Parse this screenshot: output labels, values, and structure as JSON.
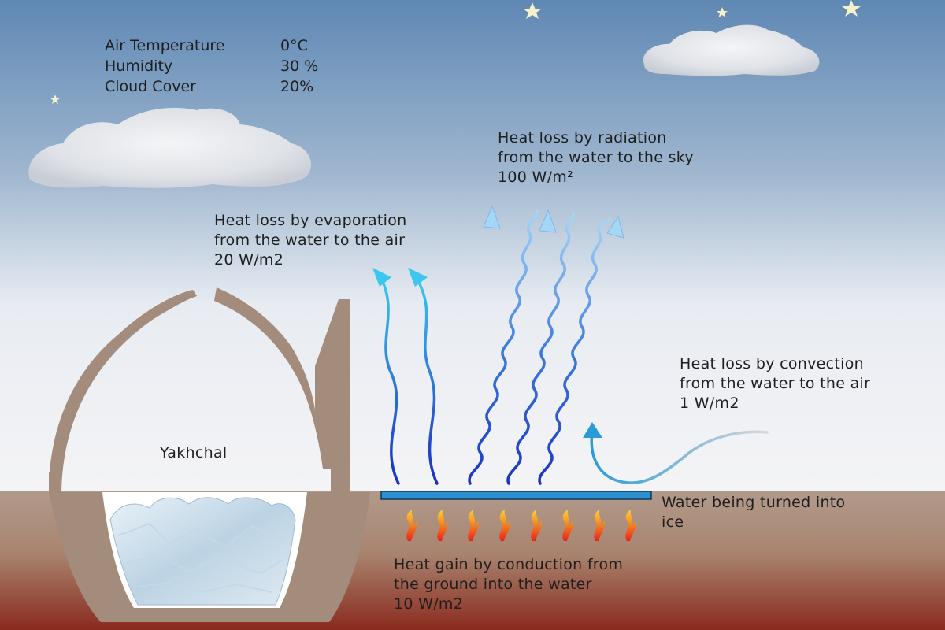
{
  "weather": {
    "rows": [
      {
        "label": "Air Temperature",
        "value": "0°C"
      },
      {
        "label": "Humidity",
        "value": "30 %"
      },
      {
        "label": "Cloud Cover",
        "value": "20%"
      }
    ]
  },
  "labels": {
    "yakhchal": "Yakhchal",
    "evaporation": {
      "line1": "Heat loss by evaporation",
      "line2": "from the water to the air",
      "line3": "20 W/m2"
    },
    "radiation": {
      "line1": "Heat loss by radiation",
      "line2": "from the water to the sky",
      "line3": "100 W/m²"
    },
    "convection": {
      "line1": "Heat loss by convection",
      "line2": "from the water to the air",
      "line3": "1 W/m2"
    },
    "water": {
      "line1": "Water being turned into",
      "line2": "ice"
    },
    "conduction": {
      "line1": "Heat gain by conduction from",
      "line2": "the ground into the water",
      "line3": "10 W/m2"
    }
  },
  "colors": {
    "sky_top": "#5f88b4",
    "sky_bottom": "#f2f3f6",
    "ground_top": "#b0988a",
    "ground_bottom": "#8a2a1e",
    "structure": "#a38c7b",
    "water_pond": "#2b8fd0",
    "wave_top": "#9ccff0",
    "wave_bottom": "#1f3fc8"
  }
}
